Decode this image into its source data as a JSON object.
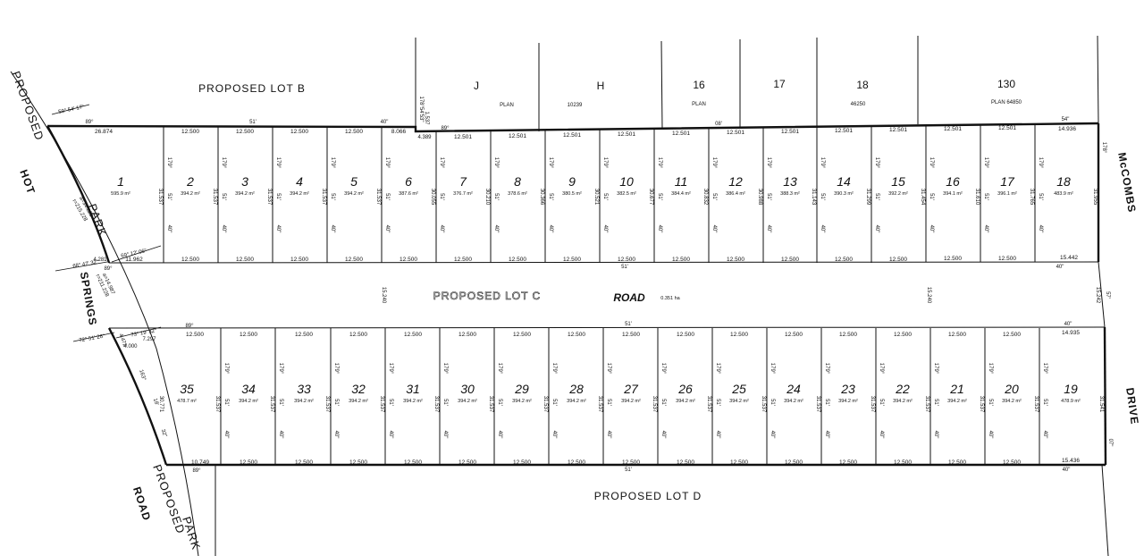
{
  "labels": {
    "proposed_lot_b": "PROPOSED LOT B",
    "proposed_lot_c": "PROPOSED LOT C",
    "proposed_lot_d": "PROPOSED LOT D",
    "road": "ROAD",
    "road_area": "0.351 ha",
    "road_width_left": "15.240",
    "road_width_right": "15.240",
    "east_road_width": "15.242"
  },
  "streets": {
    "hot": "HOT",
    "springs": "SPRINGS",
    "park": "PARK",
    "proposed_nw": "PROPOSED",
    "proposed_sw": "PROPOSED",
    "park_sw": "PARK",
    "road_sw": "ROAD",
    "mccombs": "McCOMBS",
    "drive": "DRIVE"
  },
  "adjacent": [
    {
      "id": "J",
      "plan": "PLAN"
    },
    {
      "id": "H",
      "plan": "10239"
    },
    {
      "id": "16",
      "plan": "PLAN"
    },
    {
      "id": "17",
      "plan": ""
    },
    {
      "id": "18",
      "plan": "46250"
    },
    {
      "id": "130",
      "plan": "PLAN 64850"
    }
  ],
  "north_lots": [
    {
      "num": "1",
      "area": "595.9 m²",
      "top": "26.874",
      "bottom": "11.962"
    },
    {
      "num": "2",
      "area": "394.2 m²",
      "top": "12.500",
      "bottom": "12.500"
    },
    {
      "num": "3",
      "area": "394.2 m²",
      "top": "12.500",
      "bottom": "12.500"
    },
    {
      "num": "4",
      "area": "394.2 m²",
      "top": "12.500",
      "bottom": "12.500"
    },
    {
      "num": "5",
      "area": "394.2 m²",
      "top": "12.500",
      "bottom": "12.500"
    },
    {
      "num": "6",
      "area": "387.6 m²",
      "top": "8.066",
      "bottom": "12.500"
    },
    {
      "num": "7",
      "area": "376.7 m²",
      "top": "12.501",
      "bottom": "12.500"
    },
    {
      "num": "8",
      "area": "378.6 m²",
      "top": "12.501",
      "bottom": "12.500"
    },
    {
      "num": "9",
      "area": "380.5 m²",
      "top": "12.501",
      "bottom": "12.500"
    },
    {
      "num": "10",
      "area": "382.5 m²",
      "top": "12.501",
      "bottom": "12.500"
    },
    {
      "num": "11",
      "area": "384.4 m²",
      "top": "12.501",
      "bottom": "12.500"
    },
    {
      "num": "12",
      "area": "386.4 m²",
      "top": "12.501",
      "bottom": "12.500"
    },
    {
      "num": "13",
      "area": "388.3 m²",
      "top": "12.501",
      "bottom": "12.500"
    },
    {
      "num": "14",
      "area": "390.3 m²",
      "top": "12.501",
      "bottom": "12.500"
    },
    {
      "num": "15",
      "area": "392.2 m²",
      "top": "12.501",
      "bottom": "12.500"
    },
    {
      "num": "16",
      "area": "394.1 m²",
      "top": "12.501",
      "bottom": "12.500"
    },
    {
      "num": "17",
      "area": "396.1 m²",
      "top": "12.501",
      "bottom": "12.500"
    },
    {
      "num": "18",
      "area": "483.9 m²",
      "top": "14.936",
      "bottom": "15.442"
    }
  ],
  "north_depths": [
    "31.537",
    "31.537",
    "31.537",
    "31.537",
    "31.537",
    "30.055",
    "30.210",
    "30.366",
    "30.521",
    "30.677",
    "30.832",
    "30.988",
    "31.143",
    "31.299",
    "31.454",
    "31.610",
    "31.765",
    "31.955"
  ],
  "south_lots": [
    {
      "num": "35",
      "area": "478.7 m²",
      "top": "12.500",
      "bottom": "10.749"
    },
    {
      "num": "34",
      "area": "394.2 m²",
      "top": "12.500",
      "bottom": "12.500"
    },
    {
      "num": "33",
      "area": "394.2 m²",
      "top": "12.500",
      "bottom": "12.500"
    },
    {
      "num": "32",
      "area": "394.2 m²",
      "top": "12.500",
      "bottom": "12.500"
    },
    {
      "num": "31",
      "area": "394.2 m²",
      "top": "12.500",
      "bottom": "12.500"
    },
    {
      "num": "30",
      "area": "394.2 m²",
      "top": "12.500",
      "bottom": "12.500"
    },
    {
      "num": "29",
      "area": "394.2 m²",
      "top": "12.500",
      "bottom": "12.500"
    },
    {
      "num": "28",
      "area": "394.2 m²",
      "top": "12.500",
      "bottom": "12.500"
    },
    {
      "num": "27",
      "area": "394.2 m²",
      "top": "12.500",
      "bottom": "12.500"
    },
    {
      "num": "26",
      "area": "394.2 m²",
      "top": "12.500",
      "bottom": "12.500"
    },
    {
      "num": "25",
      "area": "394.2 m²",
      "top": "12.500",
      "bottom": "12.500"
    },
    {
      "num": "24",
      "area": "394.2 m²",
      "top": "12.500",
      "bottom": "12.500"
    },
    {
      "num": "23",
      "area": "394.2 m²",
      "top": "12.500",
      "bottom": "12.500"
    },
    {
      "num": "22",
      "area": "394.2 m²",
      "top": "12.500",
      "bottom": "12.500"
    },
    {
      "num": "21",
      "area": "394.2 m²",
      "top": "12.500",
      "bottom": "12.500"
    },
    {
      "num": "20",
      "area": "394.2 m²",
      "top": "12.500",
      "bottom": "12.500"
    },
    {
      "num": "19",
      "area": "478.9 m²",
      "top": "14.935",
      "bottom": "15.436"
    }
  ],
  "south_depth": "31.537",
  "south_end_depths": {
    "west": "30.771",
    "east": "31.541"
  },
  "bearings": {
    "n_top_left": "89°",
    "n_top_mid": "51'",
    "n_top_40": "40\"",
    "n_top_89b": "89°",
    "n_top_08": "08'",
    "n_top_54": "54\"",
    "n_bot_89": "89°",
    "n_bot_51": "51'",
    "n_bot_40": "40\"",
    "s_top_89": "89°",
    "s_top_51": "51'",
    "s_top_40": "40\"",
    "s_bot_89": "89°",
    "s_bot_51": "51'",
    "s_bot_40": "40\"",
    "lot_side_deg": "179°",
    "lot_side_min": "51'",
    "lot_side_sec": "40\"",
    "east_n": "178°",
    "east_road": "57'",
    "east_s": "07\"",
    "west_nw": "59° 54' 17\"",
    "west_corner": "69° 12' 06\"",
    "west_springs": "68° 47' 32\"",
    "west_sw": "72° 51' 26\"",
    "west_sw2": "73° 19' 32\"",
    "west_edge_s": "163°",
    "west_edge_s2": "18'",
    "west_edge_s3": "32\""
  },
  "west_dims": {
    "arc1": "a=34.823",
    "radius1": "r=215.228",
    "chord1": "4.281",
    "arc2": "a=14.987",
    "radius2": "r=211.228",
    "chord2": "4.472",
    "chord3": "4.000",
    "seg": "7.297",
    "nw_small": "1.537",
    "nw_small2": "4.389",
    "nw_bearing": "178°54'53\""
  }
}
